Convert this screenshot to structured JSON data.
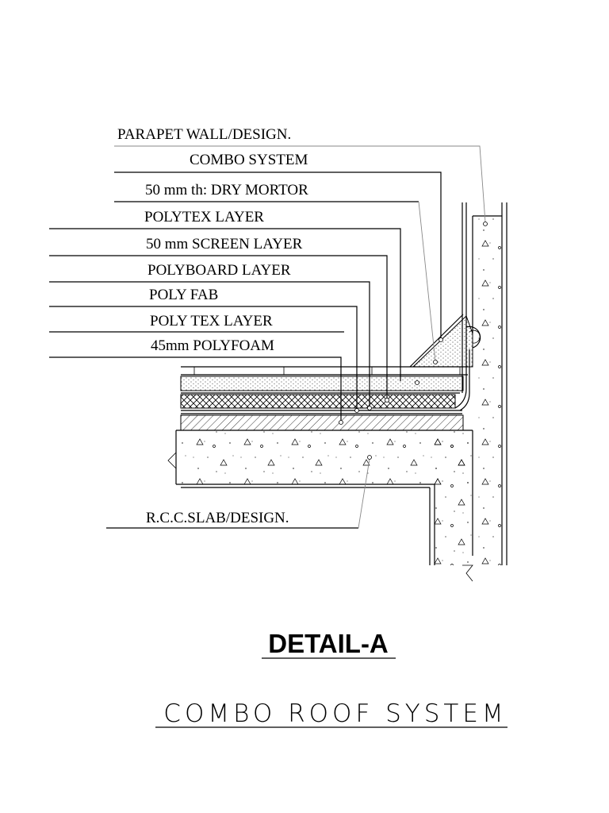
{
  "labels": {
    "parapet": "PARAPET WALL/DESIGN.",
    "combo": "COMBO SYSTEM",
    "mortar": "50 mm th: DRY MORTOR",
    "polytex": "POLYTEX LAYER",
    "screen": "50 mm SCREEN LAYER",
    "polyboard": "POLYBOARD LAYER",
    "polyfab": "POLY FAB",
    "polytex2": "POLY TEX LAYER",
    "polyfoam": "45mm POLYFOAM",
    "slab": "R.C.C.SLAB/DESIGN."
  },
  "title": "DETAIL-A",
  "subtitle": "COMBO ROOF SYSTEM"
}
